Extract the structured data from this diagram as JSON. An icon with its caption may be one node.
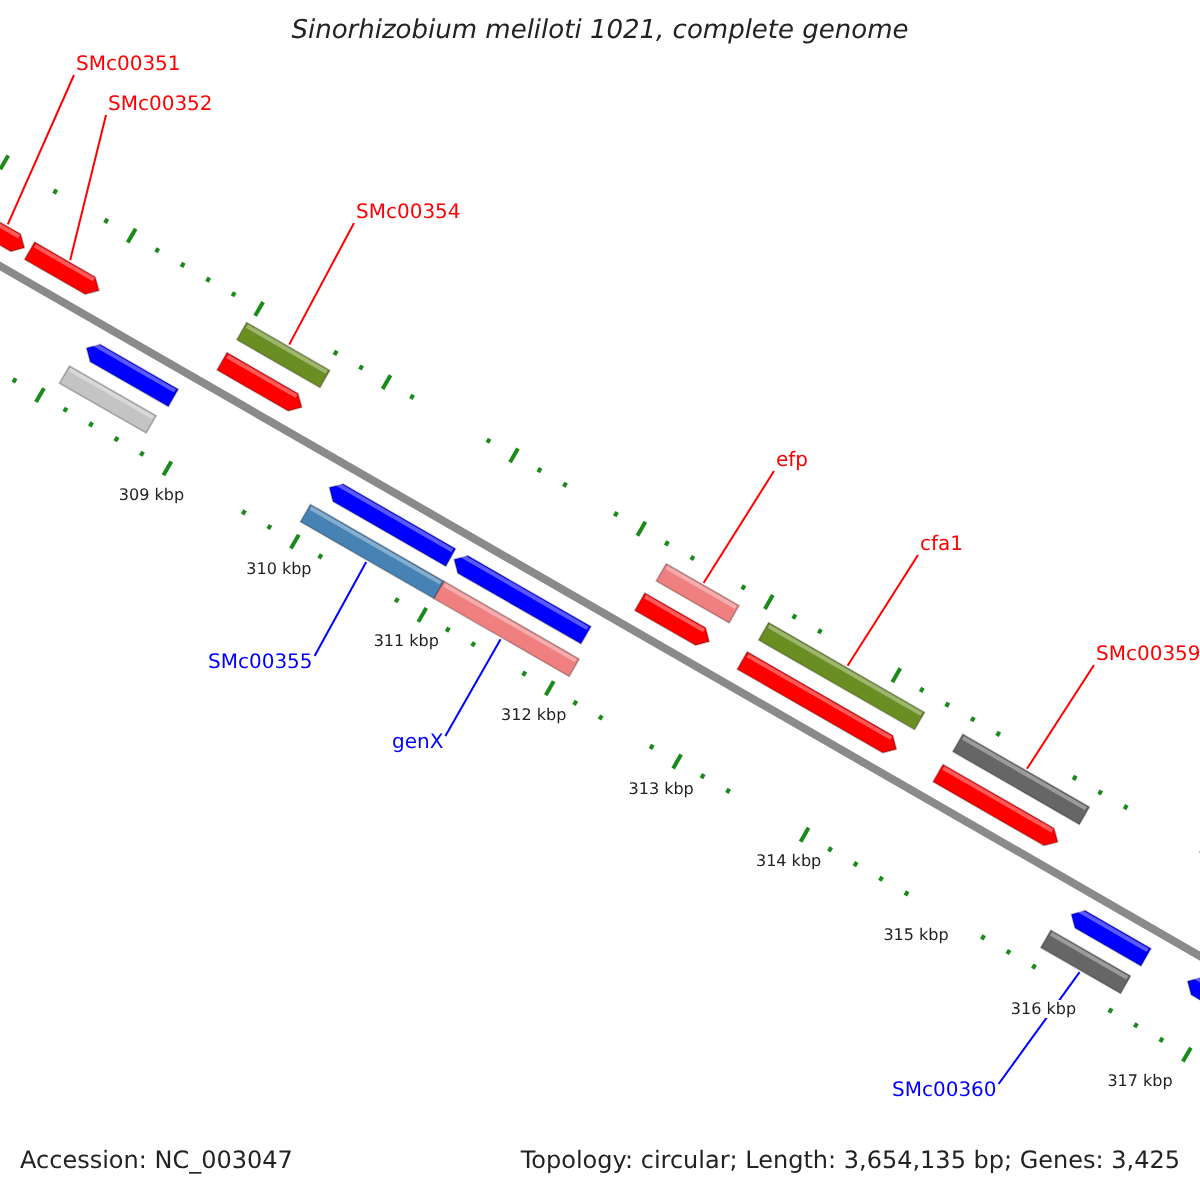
{
  "diagram": {
    "title": "Sinorhizobium meliloti 1021, complete genome",
    "nodes": [
      {
        "text": [
          "SMc00351"
        ]
      },
      {
        "text": [],
        "shape": "bar"
      },
      {
        "text": [
          "SMc00352"
        ]
      },
      {
        "text": [],
        "shape": "bar"
      },
      {
        "text": [
          "SMc00354"
        ]
      },
      {
        "text": [],
        "shape": "bar"
      },
      {
        "text": [
          "efp"
        ]
      },
      {
        "text": [],
        "shape": "bar"
      },
      {
        "text": [
          "cfa1"
        ]
      },
      {
        "text": [],
        "shape": "bar"
      },
      {
        "text": [
          "SMc00359"
        ]
      },
      {
        "text": [],
        "shape": "bar"
      },
      {
        "text": [
          "SMc00355"
        ]
      },
      {
        "text": [],
        "shape": "bar"
      },
      {
        "text": [
          "genX"
        ]
      },
      {
        "text": [],
        "shape": "bar"
      },
      {
        "text": [
          "SMc00360"
        ]
      },
      {
        "text": [],
        "shape": "bar"
      }
    ],
    "edges": [
      {
        "from": 0,
        "to": 1,
        "arrow": "none"
      },
      {
        "from": 2,
        "to": 3,
        "arrow": "none"
      },
      {
        "from": 4,
        "to": 5,
        "arrow": "none"
      },
      {
        "from": 6,
        "to": 7,
        "arrow": "none"
      },
      {
        "from": 8,
        "to": 9,
        "arrow": "none"
      },
      {
        "from": 10,
        "to": 11,
        "arrow": "none"
      },
      {
        "from": 12,
        "to": 13,
        "arrow": "none",
        "color": "#0000ff"
      },
      {
        "from": 14,
        "to": 15,
        "arrow": "none",
        "color": "#0000ff"
      },
      {
        "from": 16,
        "to": 17,
        "arrow": "none",
        "color": "#0000ff"
      }
    ],
    "labels": [
      "309 kbp",
      "310 kbp",
      "311 kbp",
      "312 kbp",
      "313 kbp",
      "314 kbp",
      "315 kbp",
      "316 kbp",
      "317 kbp",
      "Accession: NC_003047",
      "Topology: circular; Length: 3,654,135 bp; Genes: 3,425"
    ]
  }
}
